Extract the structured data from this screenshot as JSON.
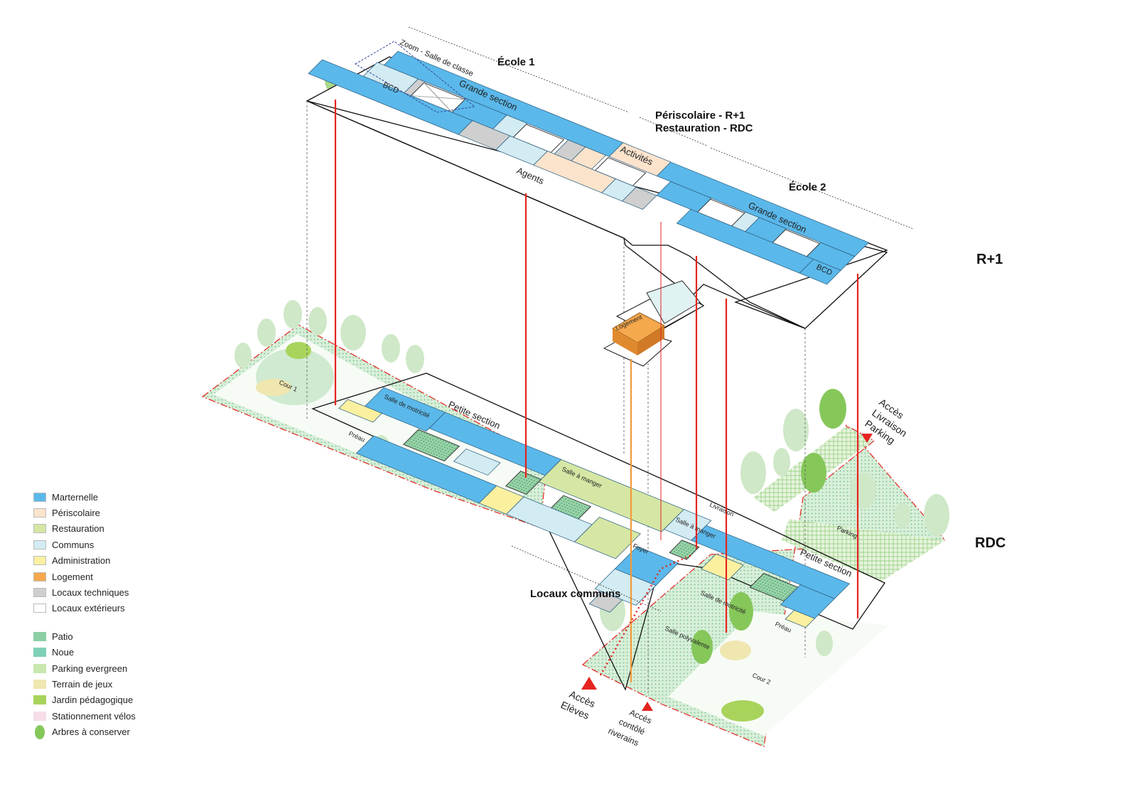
{
  "levels": {
    "upper": "R+1",
    "ground": "RDC"
  },
  "headings": {
    "ecole1": "École 1",
    "periscolaire": "Périscolaire - R+1",
    "restauration": "Restauration - RDC",
    "ecole2": "École 2",
    "locaux_communs": "Locaux communs",
    "zoom": "Zoom - Salle de classe"
  },
  "rooms_upper": {
    "bcd1": "BCD",
    "grande_section1": "Grande section",
    "activites": "Activités",
    "agents": "Agents",
    "grande_section2": "Grande section",
    "bcd2": "BCD",
    "logement": "Logement"
  },
  "rooms_ground": {
    "salle_motricite1": "Salle de motricité",
    "petite_section1": "Petite section",
    "preau1": "Préau",
    "salle_manger1": "Salle à manger",
    "salle_manger2": "Salle à manger",
    "livraison": "Livraison",
    "foyer": "Foyer",
    "petite_section2": "Petite section",
    "parking": "Parking",
    "salle_motricite2": "Salle de motricité",
    "salle_polyvalente": "Salle polyvalente",
    "preau2": "Préau",
    "cour1": "Cour 1",
    "cour2": "Cour 2"
  },
  "access": {
    "eleves": [
      "Accès",
      "Elèves"
    ],
    "riverains": [
      "Accès",
      "contôlé",
      "riverains"
    ],
    "livraison": [
      "Accès",
      "Livraison",
      "Parking"
    ]
  },
  "legend": {
    "programs": [
      {
        "label": "Marternelle",
        "color": "#5bb8ea"
      },
      {
        "label": "Périscolaire",
        "color": "#fbe3cc"
      },
      {
        "label": "Restauration",
        "color": "#d6e6a4"
      },
      {
        "label": "Communs",
        "color": "#d3ebf2"
      },
      {
        "label": "Administration",
        "color": "#faf0a0"
      },
      {
        "label": "Logement",
        "color": "#f6a84c"
      },
      {
        "label": "Locaux techniques",
        "color": "#cfcfcf"
      },
      {
        "label": "Locaux extérieurs",
        "color": "#ffffff"
      }
    ],
    "landscape": [
      {
        "label": "Patio",
        "color": "#8ccfa4"
      },
      {
        "label": "Noue",
        "color": "#7fd0b8"
      },
      {
        "label": "Parking evergreen",
        "color": "#c8e8b0"
      },
      {
        "label": "Terrain de jeux",
        "color": "#efe6b0"
      },
      {
        "label": "Jardin pédagogique",
        "color": "#a8d45c"
      },
      {
        "label": "Stationnement vélos",
        "color": "#f6dde8"
      },
      {
        "label": "Arbres à conserver",
        "color": "#86c75a"
      }
    ]
  },
  "colors": {
    "access_red": "#e52420",
    "logement_orange": "#f39a3a"
  }
}
